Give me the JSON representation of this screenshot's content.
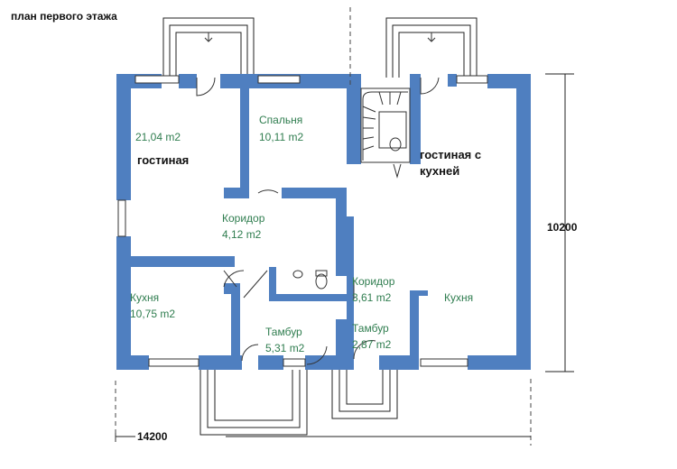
{
  "title": "план первого этажа",
  "rooms": {
    "living_area": "21,04 m2",
    "living_name": "гостиная",
    "bedroom_name": "Спальня",
    "bedroom_area": "10,11 m2",
    "corridor1_name": "Коридор",
    "corridor1_area": "4,12 m2",
    "kitchen1_name": "Кухня",
    "kitchen1_area": "10,75 m2",
    "tambur1_name": "Тамбур",
    "tambur1_area": "5,31 m2",
    "corridor2_name": "Коридор",
    "corridor2_area": "3,61 m2",
    "tambur2_name": "Тамбур",
    "tambur2_area": "2,87 m2",
    "living_kitchen_line1": "гостиная с",
    "living_kitchen_line2": "кухней",
    "kitchen2_name": "Кухня"
  },
  "dimensions": {
    "height": "10200",
    "width": "14200"
  },
  "colors": {
    "wall": "#4f7fc0",
    "label": "#2f7d4f"
  }
}
